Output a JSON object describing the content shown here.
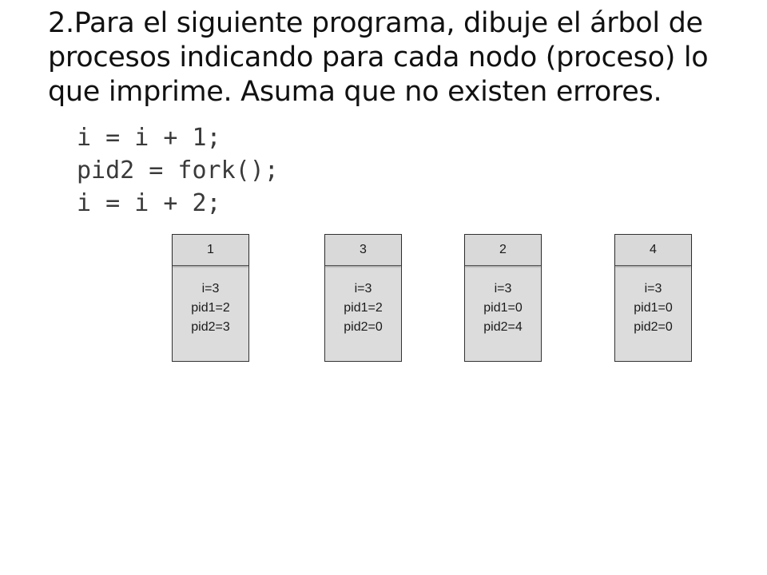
{
  "title": {
    "lines": [
      "2.Para el siguiente programa, dibuje el árbol de",
      "procesos indicando para cada nodo (proceso) lo",
      "que imprime. Asuma que no existen errores."
    ]
  },
  "code": {
    "lines": [
      "i = i + 1;",
      "pid2 = fork();",
      "i = i + 2;"
    ]
  },
  "nodes": [
    {
      "id": "1",
      "lines": [
        "i=3",
        "pid1=2",
        "pid2=3"
      ]
    },
    {
      "id": "3",
      "lines": [
        "i=3",
        "pid1=2",
        "pid2=0"
      ]
    },
    {
      "id": "2",
      "lines": [
        "i=3",
        "pid1=0",
        "pid2=4"
      ]
    },
    {
      "id": "4",
      "lines": [
        "i=3",
        "pid1=0",
        "pid2=0"
      ]
    }
  ]
}
